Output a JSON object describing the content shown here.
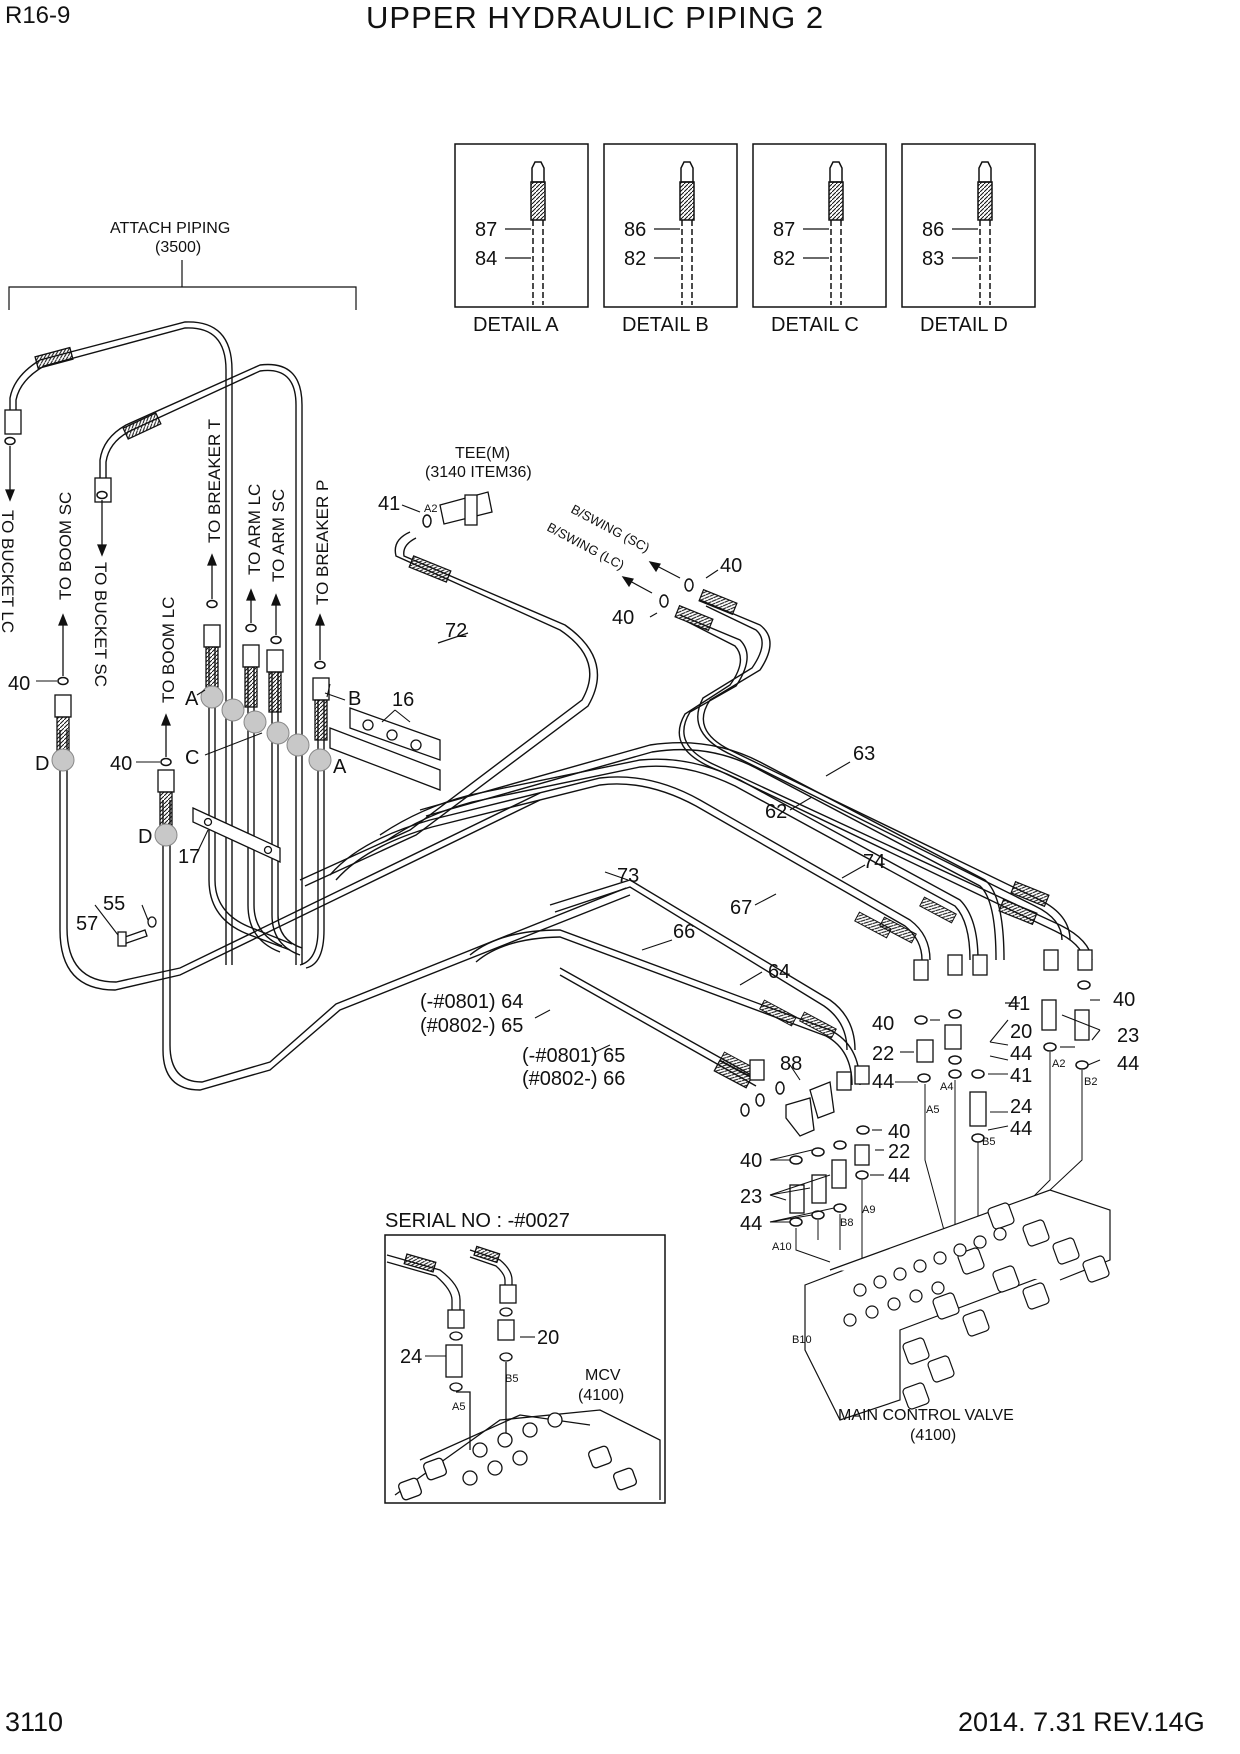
{
  "header": {
    "page_code": "R16-9",
    "title": "UPPER HYDRAULIC PIPING 2"
  },
  "footer": {
    "page_number": "3110",
    "revision": "2014. 7.31  REV.14G"
  },
  "details": [
    {
      "caption": "DETAIL A",
      "upper": "87",
      "lower": "84"
    },
    {
      "caption": "DETAIL B",
      "upper": "86",
      "lower": "82"
    },
    {
      "caption": "DETAIL C",
      "upper": "87",
      "lower": "82"
    },
    {
      "caption": "DETAIL D",
      "upper": "86",
      "lower": "83"
    }
  ],
  "attach": {
    "title": "ATTACH PIPING",
    "ref": "(3500)"
  },
  "tee": {
    "title": "TEE(M)",
    "ref": "(3140 ITEM36)"
  },
  "destinations": [
    "TO BUCKET LC",
    "TO BOOM SC",
    "TO BUCKET SC",
    "TO BOOM LC",
    "TO BREAKER T",
    "TO ARM LC",
    "TO ARM SC",
    "TO BREAKER P"
  ],
  "swing": [
    "B/SWING (SC)",
    "B/SWING (LC)"
  ],
  "serial": {
    "title": "SERIAL NO : -#0027",
    "mcv": "MCV",
    "mcv_ref": "(4100)"
  },
  "mcv_main": {
    "title": "MAIN CONTROL VALVE",
    "ref": "(4100)"
  },
  "callouts": [
    {
      "id": "c41a",
      "text": "41"
    },
    {
      "id": "c72",
      "text": "72"
    },
    {
      "id": "c40sw1",
      "text": "40"
    },
    {
      "id": "c40sw2",
      "text": "40"
    },
    {
      "id": "c40l1",
      "text": "40"
    },
    {
      "id": "c40l2",
      "text": "40"
    },
    {
      "id": "cA1",
      "text": "A"
    },
    {
      "id": "cB",
      "text": "B"
    },
    {
      "id": "c16",
      "text": "16"
    },
    {
      "id": "cC",
      "text": "C"
    },
    {
      "id": "cA2",
      "text": "A"
    },
    {
      "id": "cD1",
      "text": "D"
    },
    {
      "id": "cD2",
      "text": "D"
    },
    {
      "id": "c17",
      "text": "17"
    },
    {
      "id": "c55",
      "text": "55"
    },
    {
      "id": "c57",
      "text": "57"
    },
    {
      "id": "c63",
      "text": "63"
    },
    {
      "id": "c62",
      "text": "62"
    },
    {
      "id": "c74",
      "text": "74"
    },
    {
      "id": "c73",
      "text": "73"
    },
    {
      "id": "c67",
      "text": "67"
    },
    {
      "id": "c66",
      "text": "66"
    },
    {
      "id": "c64",
      "text": "64"
    },
    {
      "id": "c6465a",
      "text": "(-#0801) 64"
    },
    {
      "id": "c6465b",
      "text": "(#0802-) 65"
    },
    {
      "id": "c6566a",
      "text": "(-#0801) 65"
    },
    {
      "id": "c6566b",
      "text": "(#0802-) 66"
    },
    {
      "id": "c88",
      "text": "88"
    },
    {
      "id": "c41b",
      "text": "41"
    },
    {
      "id": "c40r1",
      "text": "40"
    },
    {
      "id": "c20",
      "text": "20"
    },
    {
      "id": "c23r",
      "text": "23"
    },
    {
      "id": "c40r2",
      "text": "40"
    },
    {
      "id": "c22a",
      "text": "22"
    },
    {
      "id": "c44a",
      "text": "44"
    },
    {
      "id": "c44b",
      "text": "44"
    },
    {
      "id": "c44c",
      "text": "44"
    },
    {
      "id": "c41c",
      "text": "41"
    },
    {
      "id": "c24a",
      "text": "24"
    },
    {
      "id": "c44d",
      "text": "44"
    },
    {
      "id": "c40r3",
      "text": "40"
    },
    {
      "id": "c22b",
      "text": "22"
    },
    {
      "id": "c44e",
      "text": "44"
    },
    {
      "id": "c40l3",
      "text": "40"
    },
    {
      "id": "c23l",
      "text": "23"
    },
    {
      "id": "c44f",
      "text": "44"
    },
    {
      "id": "c24b",
      "text": "24"
    },
    {
      "id": "c20b",
      "text": "20"
    }
  ],
  "port_labels": [
    "A2",
    "A4",
    "A5",
    "B5",
    "A2",
    "B2",
    "A9",
    "B8",
    "A10",
    "B10",
    "A5",
    "B5"
  ]
}
